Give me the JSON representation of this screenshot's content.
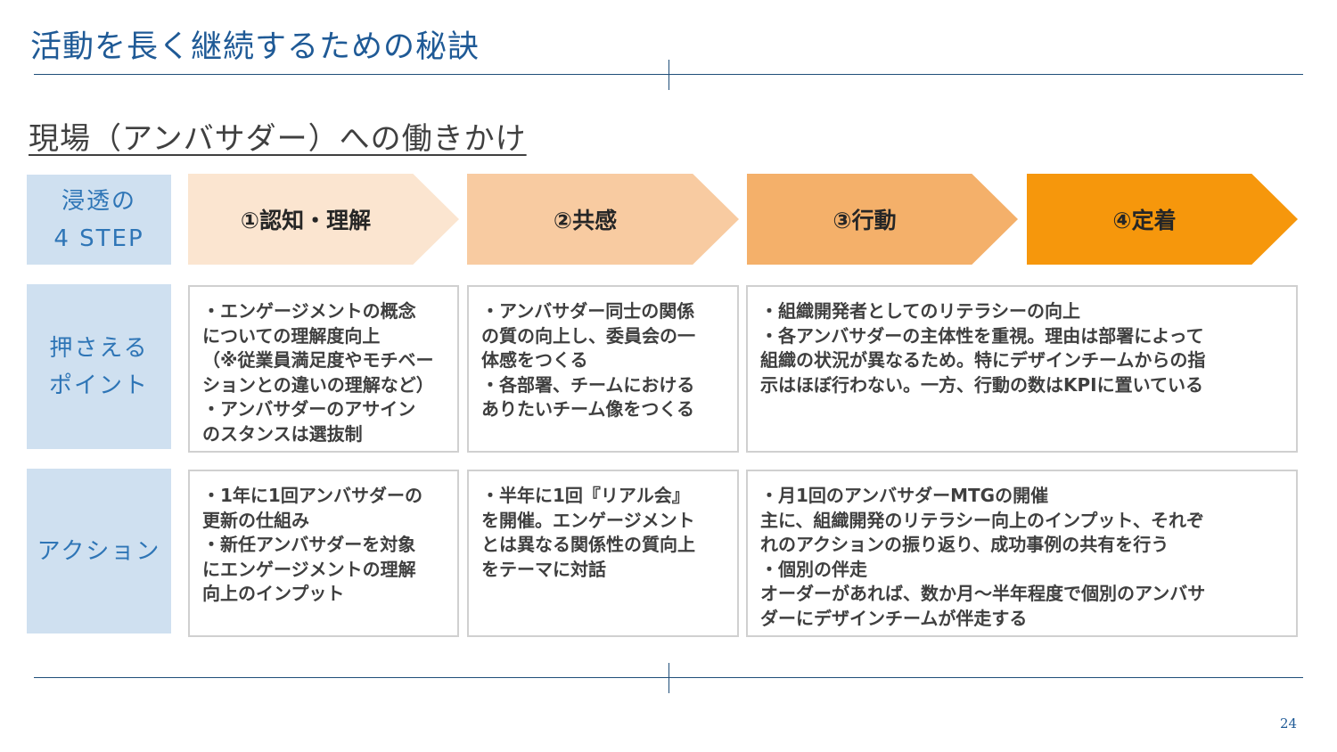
{
  "title": "活動を長く継続するための秘訣",
  "subtitle": "現場（アンバサダー）への働きかけ",
  "row_labels": {
    "steps": "浸透の\n4 STEP",
    "points": "押さえる\nポイント",
    "actions": "アクション"
  },
  "steps": [
    {
      "label": "①認知・理解",
      "color": "#fbe5d0"
    },
    {
      "label": "②共感",
      "color": "#f8cba1"
    },
    {
      "label": "③行動",
      "color": "#f4b06a"
    },
    {
      "label": "④定着",
      "color": "#f6970c"
    }
  ],
  "points": [
    "・エンゲージメントの概念\nについての理解度向上\n（※従業員満足度やモチベー\nションとの違いの理解など）\n・アンバサダーのアサイン\nのスタンスは選抜制",
    "・アンバサダー同士の関係\nの質の向上し、委員会の一\n体感をつくる\n・各部署、チームにおける\nありたいチーム像をつくる",
    "・組織開発者としてのリテラシーの向上\n・各アンバサダーの主体性を重視。理由は部署によって\n組織の状況が異なるため。特にデザインチームからの指\n示はほぼ行わない。一方、行動の数はKPIに置いている"
  ],
  "actions": [
    "・1年に1回アンバサダーの\n更新の仕組み\n・新任アンバサダーを対象\nにエンゲージメントの理解\n向上のインプット",
    "・半年に1回『リアル会』\nを開催。エンゲージメント\nとは異なる関係性の質向上\nをテーマに対話",
    "・月1回のアンバサダーMTGの開催\n主に、組織開発のリテラシー向上のインプット、それぞ\nれのアクションの振り返り、成功事例の共有を行う\n・個別の伴走\nオーダーがあれば、数か月～半年程度で個別のアンバサ\nダーにデザインチームが伴走する"
  ],
  "page_number": "24"
}
